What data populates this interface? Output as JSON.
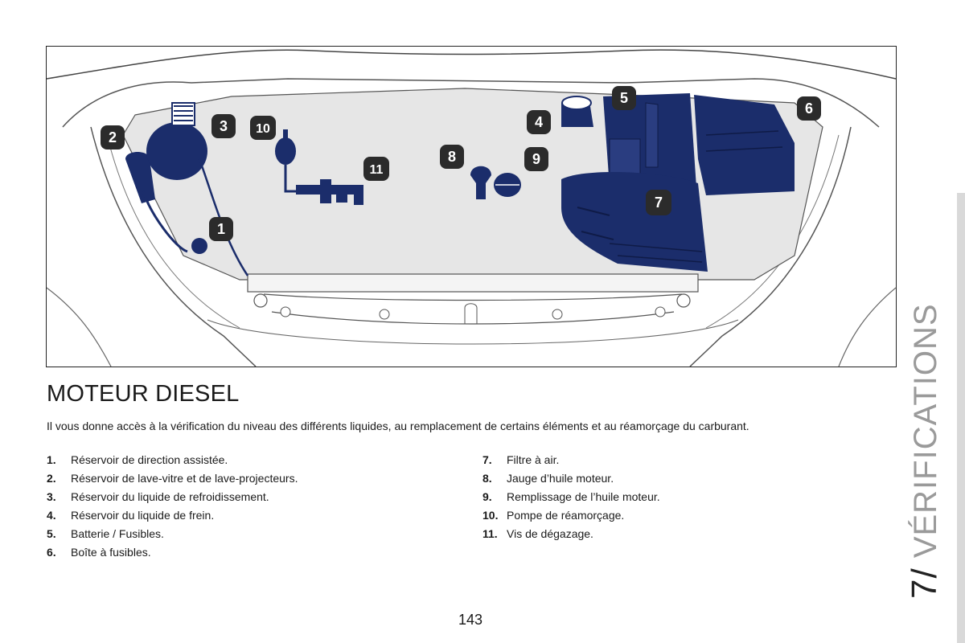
{
  "section": {
    "chapter_number": "7/",
    "chapter_title": "VÉRIFICATIONS"
  },
  "diagram": {
    "callouts": [
      "1",
      "2",
      "3",
      "4",
      "5",
      "6",
      "7",
      "8",
      "9",
      "10",
      "11"
    ]
  },
  "title": "MOTEUR DIESEL",
  "intro": "Il vous donne accès à la vérification du niveau des différents liquides, au remplacement de certains éléments et au réamorçage du carburant.",
  "items_left": [
    {
      "num": "1.",
      "label": "Réservoir de direction assistée."
    },
    {
      "num": "2.",
      "label": "Réservoir de lave-vitre et de lave-projecteurs."
    },
    {
      "num": "3.",
      "label": "Réservoir du liquide de refroidissement."
    },
    {
      "num": "4.",
      "label": "Réservoir du liquide de frein."
    },
    {
      "num": "5.",
      "label": "Batterie / Fusibles."
    },
    {
      "num": "6.",
      "label": "Boîte à fusibles."
    }
  ],
  "items_right": [
    {
      "num": "7.",
      "label": "Filtre à air."
    },
    {
      "num": "8.",
      "label": "Jauge d’huile moteur."
    },
    {
      "num": "9.",
      "label": "Remplissage de l’huile moteur."
    },
    {
      "num": "10.",
      "label": "Pompe de réamorçage."
    },
    {
      "num": "11.",
      "label": "Vis de dégazage."
    }
  ],
  "page_number": "143",
  "colors": {
    "component_fill": "#1b2d6b",
    "badge_fill": "#2b2b2b",
    "engine_bay_fill": "#e6e6e6"
  }
}
